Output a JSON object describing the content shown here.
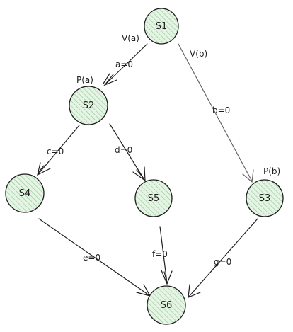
{
  "colors": {
    "node_fill": "#e6f4e6",
    "node_hatch": "#8cc98c",
    "stroke": "#1e1e1e",
    "edge_gray": "#666666"
  },
  "nodes": {
    "s1": "S1",
    "s2": "S2",
    "s3": "S3",
    "s4": "S4",
    "s5": "S5",
    "s6": "S6"
  },
  "annotations": {
    "v_a": "V(a)",
    "v_b": "V(b)",
    "p_a": "P(a)",
    "p_b": "P(b)"
  },
  "edges": {
    "s1_s2": "a=0",
    "s1_s3": "b=0",
    "s2_s4": "c=0",
    "s2_s5": "d=0",
    "s4_s6": "e=0",
    "s5_s6": "f=0",
    "s3_s6": "g=0"
  }
}
